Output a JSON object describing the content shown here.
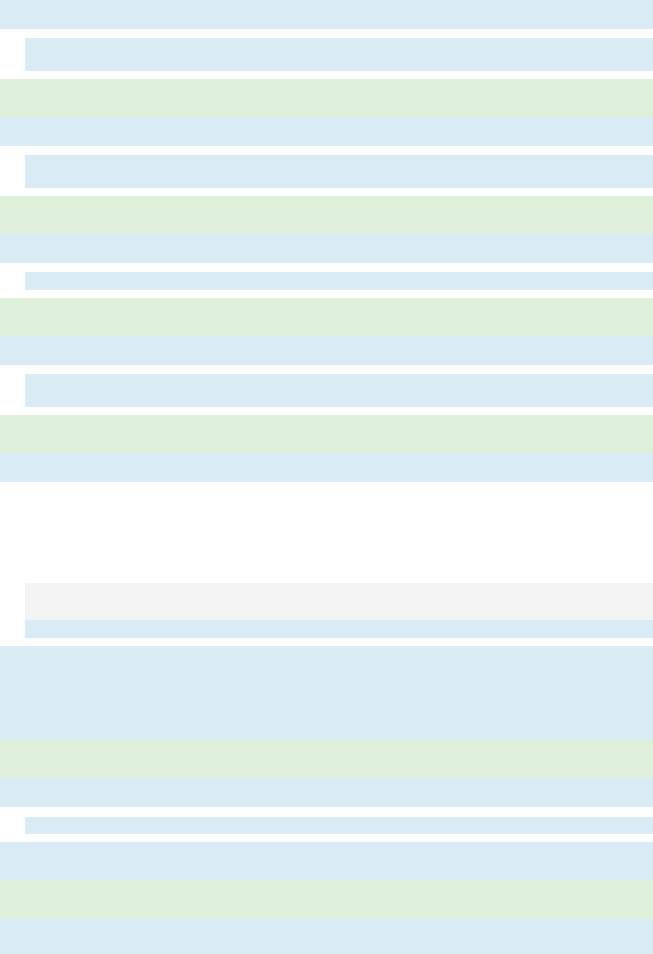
{
  "theme": {
    "blue": "#d9ebf5",
    "green": "#def0d9",
    "gray": "#f3f3f3",
    "background": "#ffffff"
  },
  "blocks": [
    {
      "name": "blue-band-1",
      "color": "blue"
    },
    {
      "name": "blue-indented-band-1",
      "color": "blue"
    },
    {
      "name": "green-band-1",
      "color": "green"
    },
    {
      "name": "blue-band-2",
      "color": "blue"
    },
    {
      "name": "blue-indented-band-2",
      "color": "blue"
    },
    {
      "name": "green-band-2",
      "color": "green"
    },
    {
      "name": "blue-band-3",
      "color": "blue"
    },
    {
      "name": "blue-indented-strip-1",
      "color": "blue"
    },
    {
      "name": "green-band-3",
      "color": "green"
    },
    {
      "name": "blue-band-4",
      "color": "blue"
    },
    {
      "name": "blue-indented-band-3",
      "color": "blue"
    },
    {
      "name": "green-band-4",
      "color": "green"
    },
    {
      "name": "blue-band-5",
      "color": "blue"
    },
    {
      "name": "gray-indented-band-1",
      "color": "gray"
    },
    {
      "name": "blue-indented-strip-2",
      "color": "blue"
    },
    {
      "name": "blue-tall-band-1",
      "color": "blue"
    },
    {
      "name": "green-band-5",
      "color": "green"
    },
    {
      "name": "blue-band-6",
      "color": "blue"
    },
    {
      "name": "blue-indented-strip-3",
      "color": "blue"
    },
    {
      "name": "blue-band-7",
      "color": "blue"
    },
    {
      "name": "green-band-6",
      "color": "green"
    },
    {
      "name": "blue-band-8",
      "color": "blue"
    }
  ]
}
